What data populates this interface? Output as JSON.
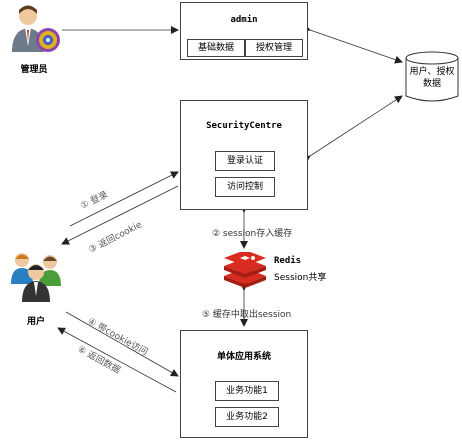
{
  "admin": {
    "icon": "admin-gear-person-icon",
    "label": "管理员"
  },
  "admin_box": {
    "title": "admin",
    "cells": [
      "基础数据",
      "授权管理"
    ]
  },
  "database": {
    "icon": "database-cylinder-icon",
    "label": "用户、授权数据"
  },
  "security_centre": {
    "title": "SecurityCentre",
    "items": [
      "登录认证",
      "访问控制"
    ]
  },
  "users": {
    "icon": "user-group-icon",
    "label": "用户"
  },
  "redis": {
    "icon": "redis-logo-icon",
    "name": "Redis",
    "caption": "Session共享"
  },
  "app_box": {
    "title": "单体应用系统",
    "items": [
      "业务功能1",
      "业务功能2"
    ]
  },
  "arrows": {
    "login": "① 登录",
    "return_cookie": "③ 返回cookie",
    "session_store": "② session存入缓存",
    "session_fetch": "⑤ 缓存中取出session",
    "cookie_visit": "④ 带cookie访问",
    "return_data": "⑥ 返回数据"
  },
  "colors": {
    "redis_red": "#d82c20",
    "line": "#333333",
    "arrow_label": "#444444"
  }
}
